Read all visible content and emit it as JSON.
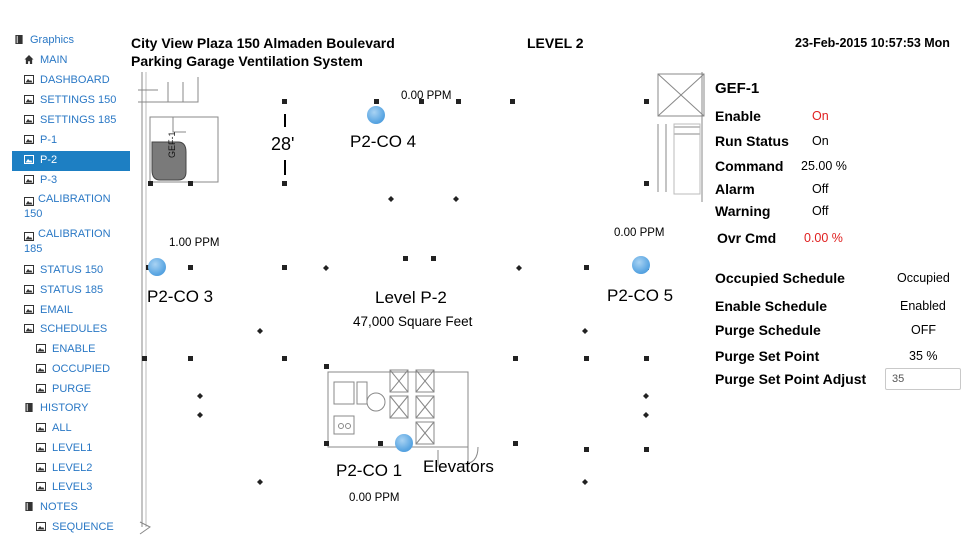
{
  "sidebar": {
    "items": [
      {
        "label": "Graphics",
        "icon": "book-icon",
        "selected": false
      },
      {
        "label": "MAIN",
        "icon": "home-icon",
        "selected": false
      },
      {
        "label": "DASHBOARD",
        "icon": "image-icon",
        "selected": false
      },
      {
        "label": "SETTINGS 150",
        "icon": "image-icon",
        "selected": false
      },
      {
        "label": "SETTINGS 185",
        "icon": "image-icon",
        "selected": false
      },
      {
        "label": "P-1",
        "icon": "image-icon",
        "selected": false
      },
      {
        "label": "P-2",
        "icon": "image-icon",
        "selected": true
      },
      {
        "label": "P-3",
        "icon": "image-icon",
        "selected": false
      },
      {
        "label": "CALIBRATION 150",
        "icon": "image-icon",
        "selected": false
      },
      {
        "label": "CALIBRATION 185",
        "icon": "image-icon",
        "selected": false
      },
      {
        "label": "STATUS 150",
        "icon": "image-icon",
        "selected": false
      },
      {
        "label": "STATUS 185",
        "icon": "image-icon",
        "selected": false
      },
      {
        "label": "EMAIL",
        "icon": "image-icon",
        "selected": false
      },
      {
        "label": "SCHEDULES",
        "icon": "image-icon",
        "selected": false
      },
      {
        "label": "ENABLE",
        "icon": "image-icon",
        "selected": false
      },
      {
        "label": "OCCUPIED",
        "icon": "image-icon",
        "selected": false
      },
      {
        "label": "PURGE",
        "icon": "image-icon",
        "selected": false
      },
      {
        "label": "HISTORY",
        "icon": "book-icon",
        "selected": false
      },
      {
        "label": "ALL",
        "icon": "image-icon",
        "selected": false
      },
      {
        "label": "LEVEL1",
        "icon": "image-icon",
        "selected": false
      },
      {
        "label": "LEVEL2",
        "icon": "image-icon",
        "selected": false
      },
      {
        "label": "LEVEL3",
        "icon": "image-icon",
        "selected": false
      },
      {
        "label": "NOTES",
        "icon": "book-icon",
        "selected": false
      },
      {
        "label": "SEQUENCE",
        "icon": "image-icon",
        "selected": false
      }
    ]
  },
  "header": {
    "building": "City View Plaza 150 Almaden Boulevard",
    "system": "Parking Garage Ventilation System",
    "level": "LEVEL 2",
    "datetime": "23-Feb-2015 10:57:53 Mon"
  },
  "plan": {
    "level_title": "Level P-2",
    "area": "47,000 Square Feet",
    "dimension": "28'",
    "elevators": "Elevators",
    "fan_tag": "GEF-1",
    "sensors": [
      {
        "name": "P2-CO 4",
        "ppm": "0.00 PPM"
      },
      {
        "name": "P2-CO 3",
        "ppm": "1.00 PPM"
      },
      {
        "name": "P2-CO 5",
        "ppm": "0.00 PPM"
      },
      {
        "name": "P2-CO 1",
        "ppm": "0.00 PPM"
      }
    ]
  },
  "panel": {
    "title": "GEF-1",
    "enable": {
      "label": "Enable",
      "value": "On"
    },
    "run_status": {
      "label": "Run Status",
      "value": "On"
    },
    "command": {
      "label": "Command",
      "value": "25.00 %"
    },
    "alarm": {
      "label": "Alarm",
      "value": "Off"
    },
    "warning": {
      "label": "Warning",
      "value": "Off"
    },
    "ovr_cmd": {
      "label": "Ovr Cmd",
      "value": "0.00 %"
    },
    "occupied_schedule": {
      "label": "Occupied Schedule",
      "value": "Occupied"
    },
    "enable_schedule": {
      "label": "Enable Schedule",
      "value": "Enabled"
    },
    "purge_schedule": {
      "label": "Purge Schedule",
      "value": "OFF"
    },
    "purge_set_point": {
      "label": "Purge Set Point",
      "value": "35 %"
    },
    "purge_adjust": {
      "label": "Purge Set Point Adjust",
      "value": "35"
    }
  },
  "colors": {
    "link": "#2a78c5",
    "selected_bg": "#1d7fc3",
    "alert": "#e02020",
    "sensor": "#5ea8e3"
  }
}
